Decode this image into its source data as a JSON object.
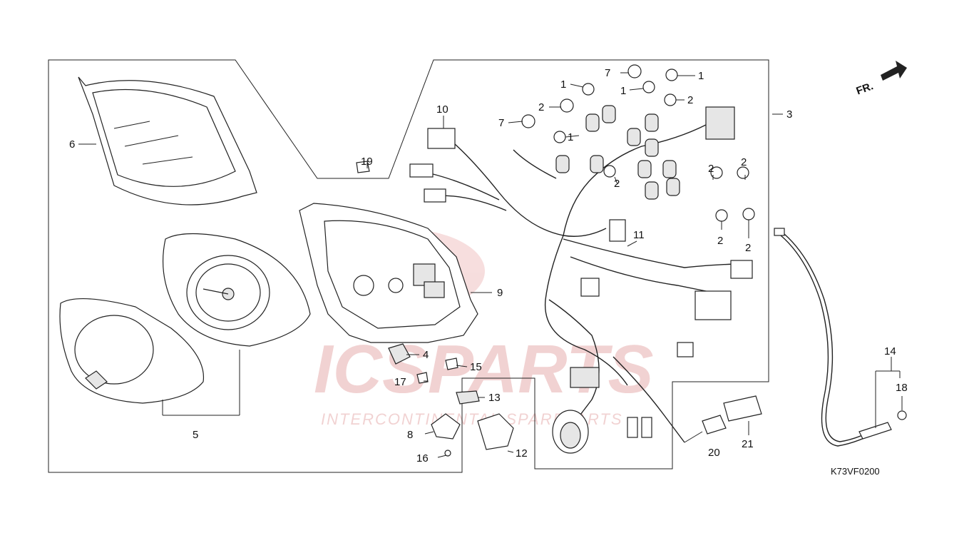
{
  "diagram": {
    "drawing_code": "K73VF0200",
    "direction_label": "FR.",
    "watermark": {
      "brand_text": "ICSPARTS",
      "tagline_text": "INTERCONTINENTAL SPAREPARTS"
    },
    "callouts": {
      "c1": "1",
      "c2": "2",
      "c3": "3",
      "c4": "4",
      "c5": "5",
      "c6": "6",
      "c7": "7",
      "c8": "8",
      "c9": "9",
      "c10": "10",
      "c11": "11",
      "c12": "12",
      "c13": "13",
      "c14": "14",
      "c15": "15",
      "c16": "16",
      "c17": "17",
      "c18": "18",
      "c19": "19",
      "c20": "20",
      "c21": "21"
    }
  }
}
